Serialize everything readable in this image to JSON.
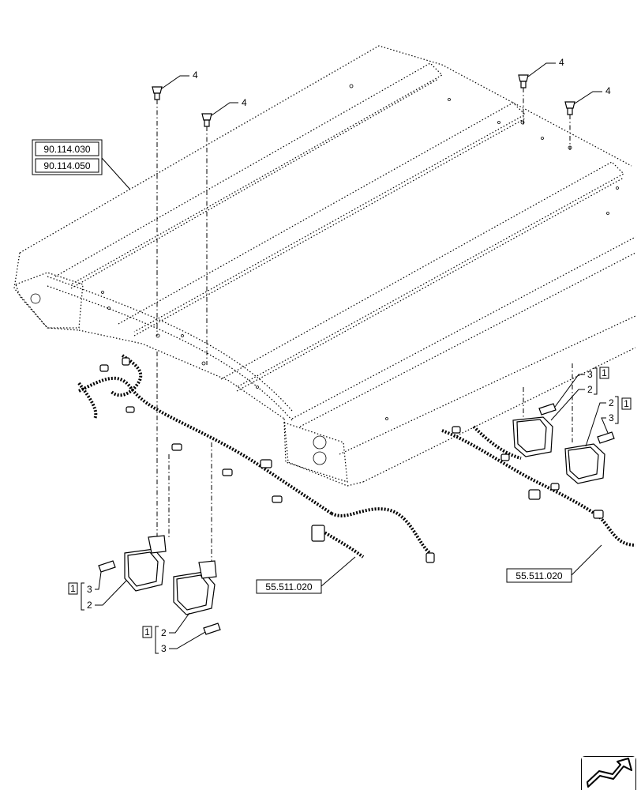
{
  "refs": {
    "ref_top_1": "90.114.030",
    "ref_top_2": "90.114.050",
    "harness_left": "55.511.020",
    "harness_right": "55.511.020"
  },
  "callouts": {
    "bolt_a": "4",
    "bolt_b": "4",
    "bolt_c": "4",
    "bolt_d": "4",
    "lamp_left_1_box": "1",
    "lamp_left_1_bulb": "3",
    "lamp_left_1_lamp": "2",
    "lamp_left_2_box": "1",
    "lamp_left_2_lamp": "2",
    "lamp_left_2_bulb": "3",
    "lamp_right_1_bulb": "3",
    "lamp_right_1_box": "1",
    "lamp_right_1_lamp": "2",
    "lamp_right_2_lamp": "2",
    "lamp_right_2_box": "1",
    "lamp_right_2_bulb": "3"
  },
  "icons": {
    "nav": "next-page-arrow-icon"
  }
}
